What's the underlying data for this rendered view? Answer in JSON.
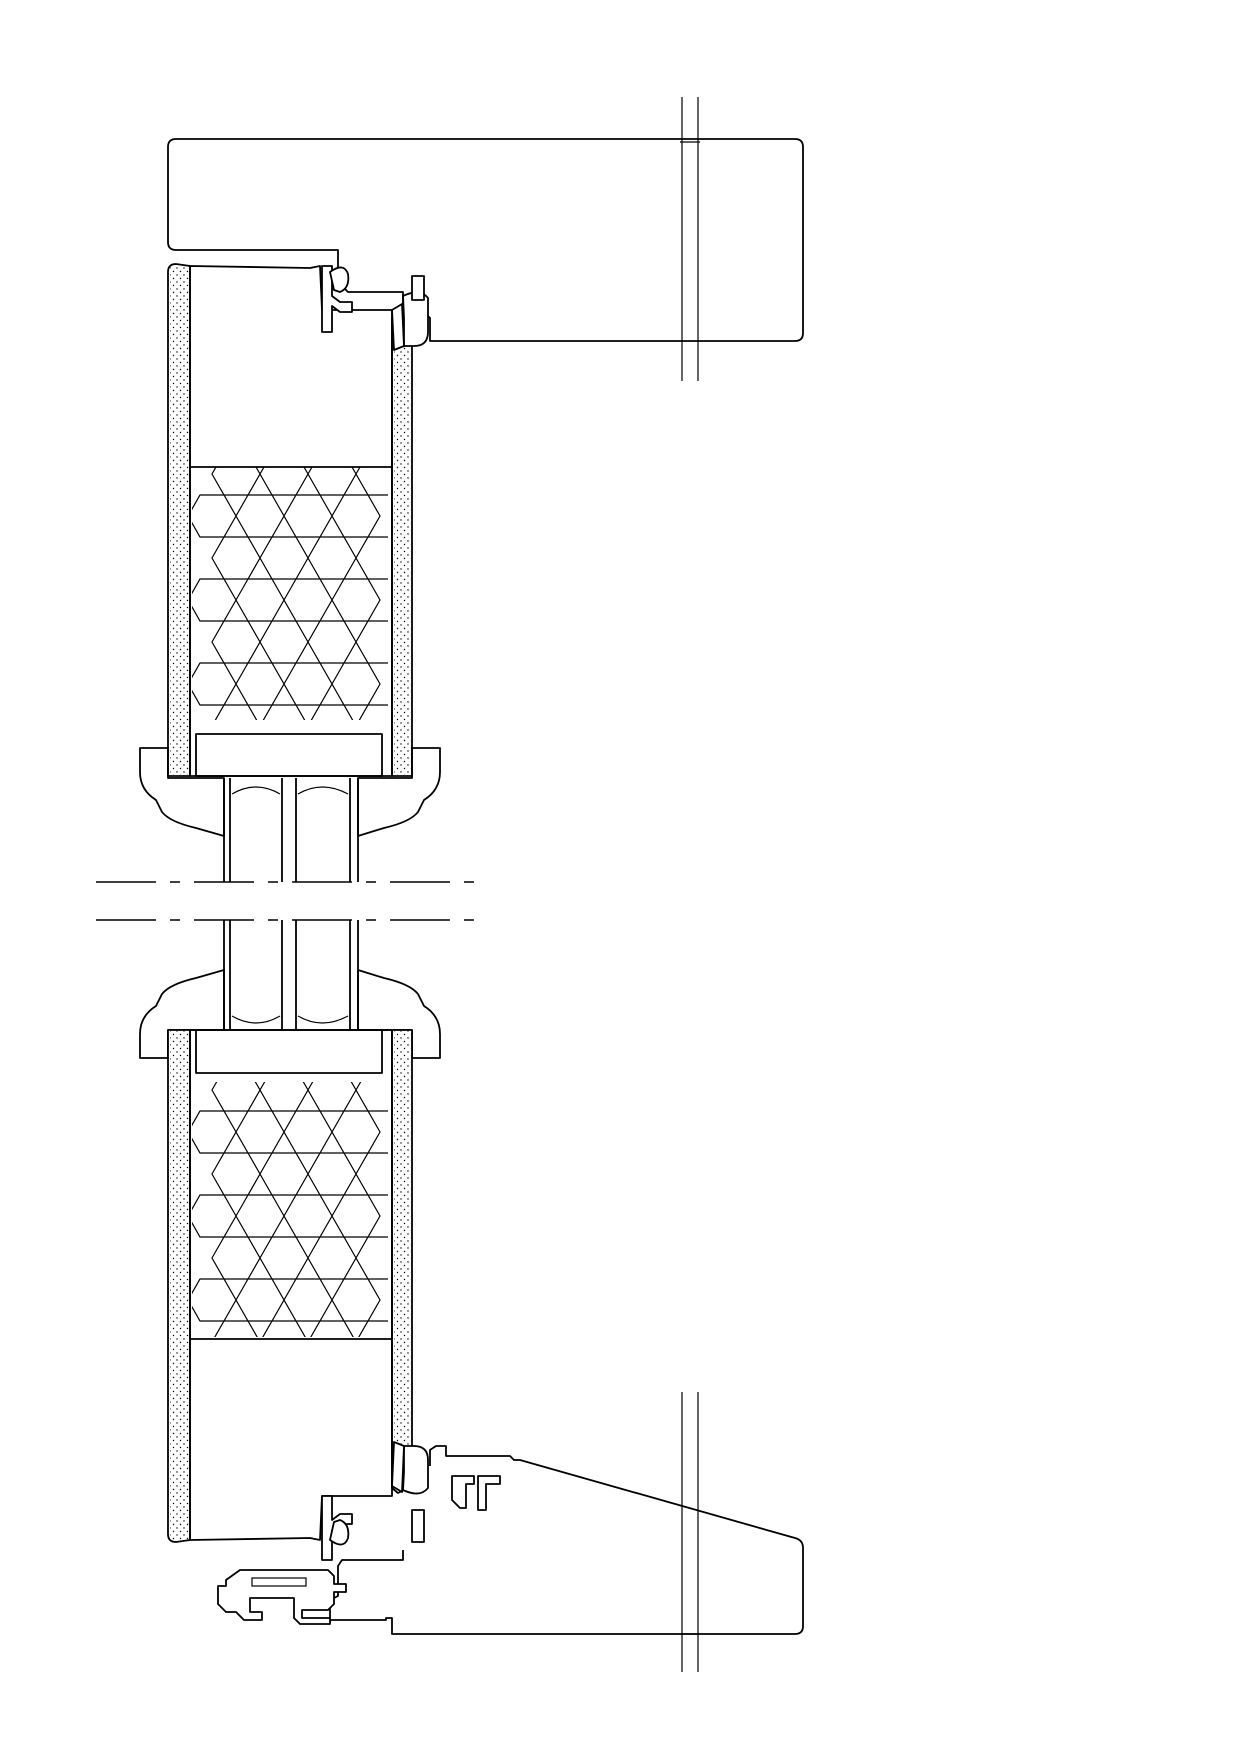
{
  "drawing": {
    "kind": "door-section-detail",
    "parts": [
      "frame-head",
      "frame-sill",
      "leaf-upper",
      "leaf-lower",
      "honeycomb-core",
      "glazing-bead",
      "weather-seal",
      "threshold-profile"
    ],
    "line_color": "#000000",
    "background": "#ffffff"
  }
}
